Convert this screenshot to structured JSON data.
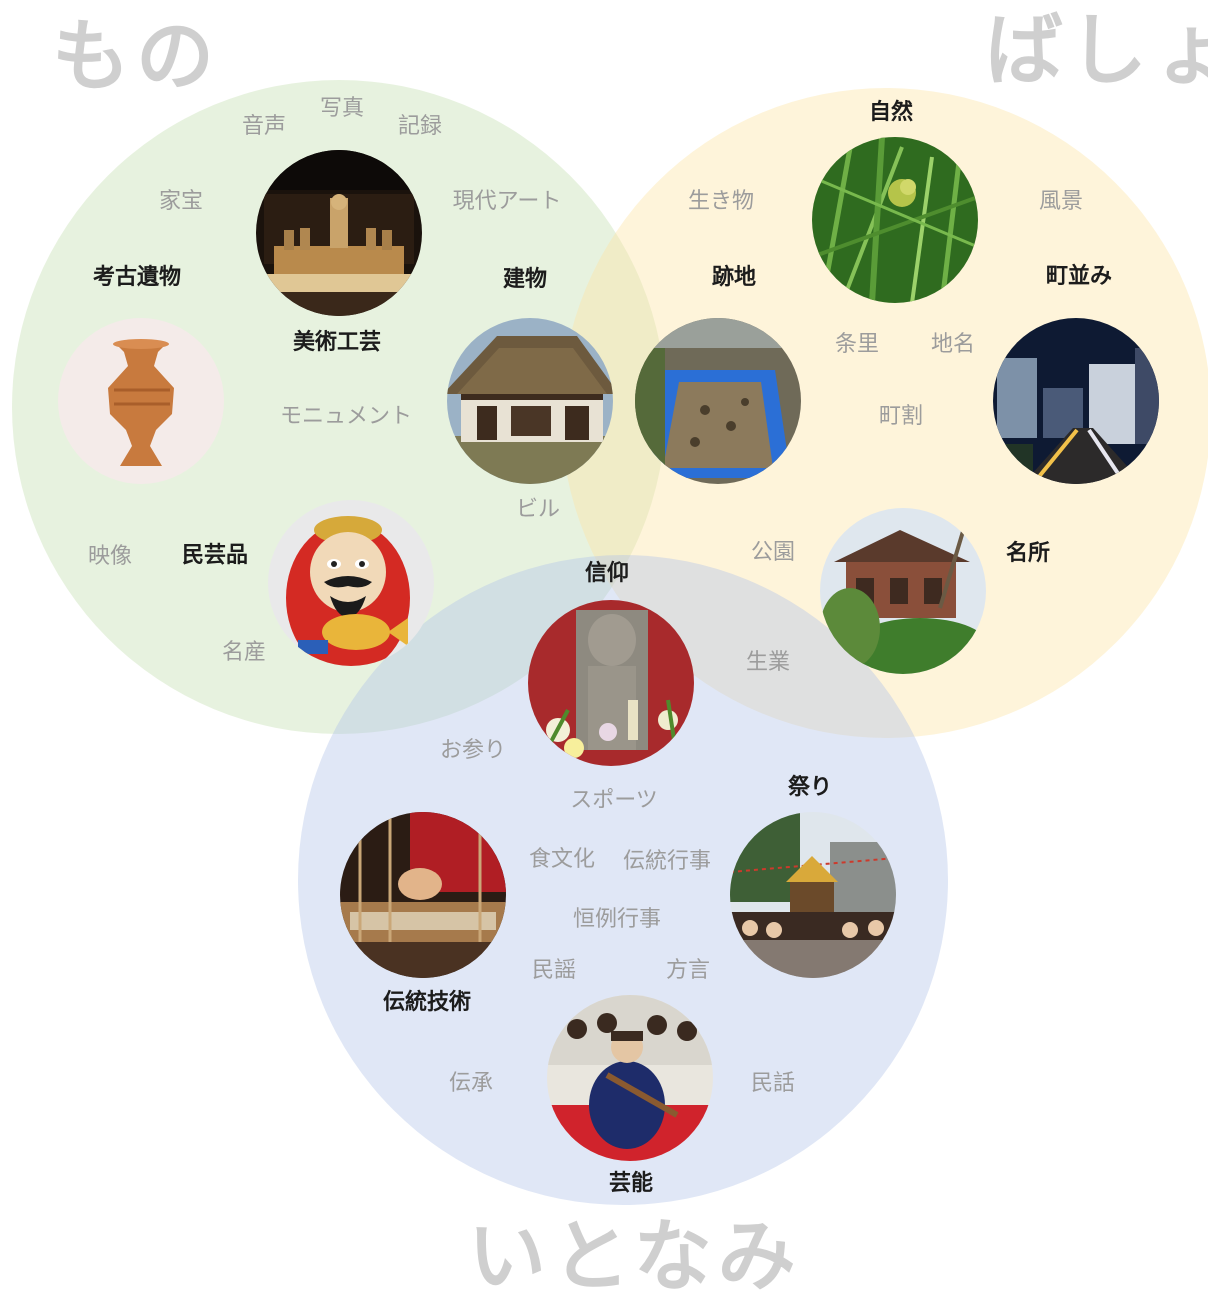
{
  "diagram": {
    "groups": {
      "mono": "もの",
      "basho": "ばしょ",
      "itonami": "いとなみ"
    },
    "keywords": [
      {
        "id": "onsei",
        "label": "音声",
        "emphasis": false
      },
      {
        "id": "shashin",
        "label": "写真",
        "emphasis": false
      },
      {
        "id": "kiroku",
        "label": "記録",
        "emphasis": false
      },
      {
        "id": "kaho",
        "label": "家宝",
        "emphasis": false
      },
      {
        "id": "gendai-art",
        "label": "現代アート",
        "emphasis": false
      },
      {
        "id": "kouko-ibutsu",
        "label": "考古遺物",
        "emphasis": true
      },
      {
        "id": "tatemono",
        "label": "建物",
        "emphasis": true
      },
      {
        "id": "bijutsu-kogei",
        "label": "美術工芸",
        "emphasis": true
      },
      {
        "id": "monument",
        "label": "モニュメント",
        "emphasis": false
      },
      {
        "id": "biru",
        "label": "ビル",
        "emphasis": false
      },
      {
        "id": "eizo",
        "label": "映像",
        "emphasis": false
      },
      {
        "id": "mingeihin",
        "label": "民芸品",
        "emphasis": true
      },
      {
        "id": "meisan",
        "label": "名産",
        "emphasis": false
      },
      {
        "id": "shizen",
        "label": "自然",
        "emphasis": true
      },
      {
        "id": "ikimono",
        "label": "生き物",
        "emphasis": false
      },
      {
        "id": "fukei",
        "label": "風景",
        "emphasis": false
      },
      {
        "id": "sekichi",
        "label": "跡地",
        "emphasis": true
      },
      {
        "id": "machinami",
        "label": "町並み",
        "emphasis": true
      },
      {
        "id": "jori",
        "label": "条里",
        "emphasis": false
      },
      {
        "id": "chimei",
        "label": "地名",
        "emphasis": false
      },
      {
        "id": "machiwari",
        "label": "町割",
        "emphasis": false
      },
      {
        "id": "koen",
        "label": "公園",
        "emphasis": false
      },
      {
        "id": "meisho",
        "label": "名所",
        "emphasis": true
      },
      {
        "id": "shinko",
        "label": "信仰",
        "emphasis": true
      },
      {
        "id": "seigyo",
        "label": "生業",
        "emphasis": false
      },
      {
        "id": "omairi",
        "label": "お参り",
        "emphasis": false
      },
      {
        "id": "matsuri",
        "label": "祭り",
        "emphasis": true
      },
      {
        "id": "sports",
        "label": "スポーツ",
        "emphasis": false
      },
      {
        "id": "shokubunka",
        "label": "食文化",
        "emphasis": false
      },
      {
        "id": "dento-gyoji",
        "label": "伝統行事",
        "emphasis": false
      },
      {
        "id": "korei-gyoji",
        "label": "恒例行事",
        "emphasis": false
      },
      {
        "id": "minyo",
        "label": "民謡",
        "emphasis": false
      },
      {
        "id": "hogen",
        "label": "方言",
        "emphasis": false
      },
      {
        "id": "dento-gijutsu",
        "label": "伝統技術",
        "emphasis": true
      },
      {
        "id": "densho",
        "label": "伝承",
        "emphasis": false
      },
      {
        "id": "minwa",
        "label": "民話",
        "emphasis": false
      },
      {
        "id": "geino",
        "label": "芸能",
        "emphasis": true
      }
    ],
    "colors": {
      "mono": "#c6e0b2",
      "basho": "#fde4a8",
      "itonami": "#b2c4e8",
      "label_minor": "#9c9c9c",
      "label_major": "#1c1c1c",
      "big_title": "#cfcfcf"
    }
  }
}
